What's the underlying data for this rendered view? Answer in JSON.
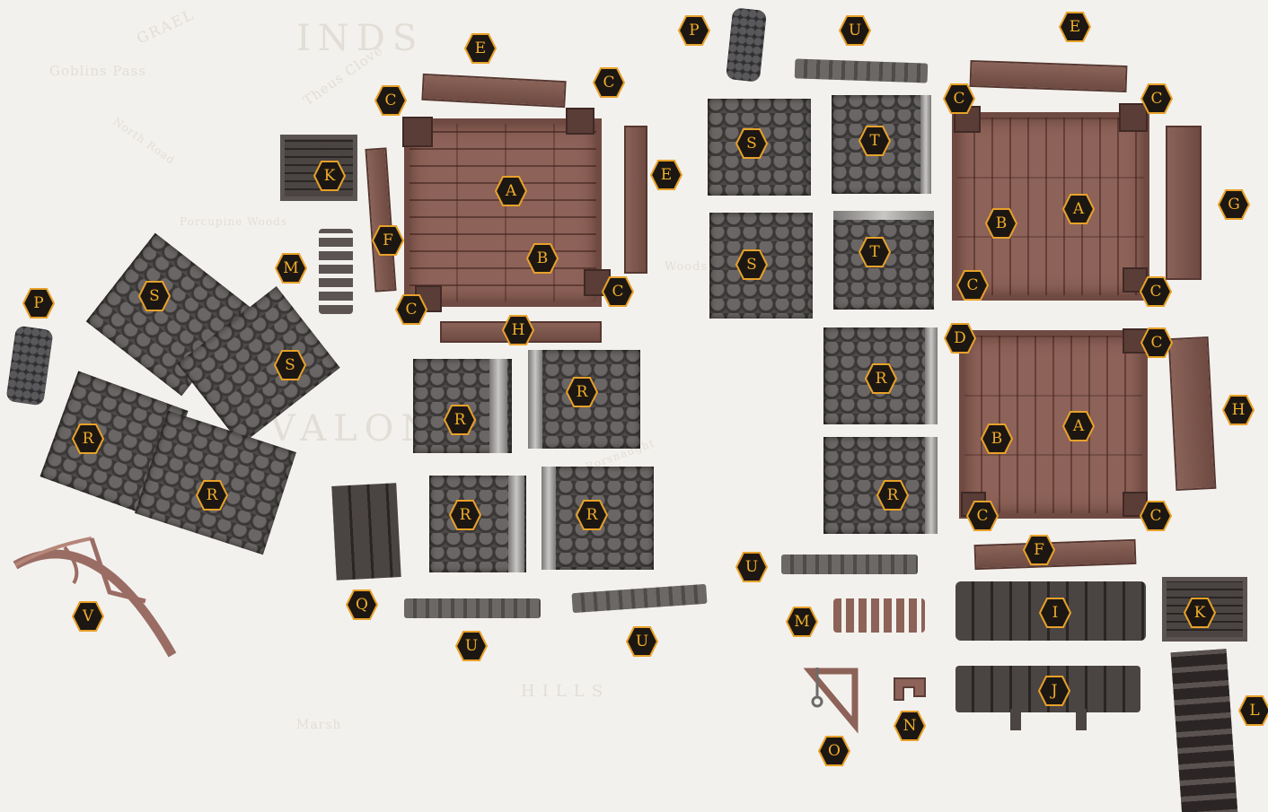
{
  "background_map": {
    "words": [
      "INDS",
      "Goblins Pass",
      "Theus Clove",
      "North Road",
      "VALON",
      "Porcupine Woods",
      "GRAEL",
      "Woods",
      "HILLS",
      "Marsh",
      "Rorsnaught"
    ]
  },
  "callouts": [
    {
      "letter": "E"
    },
    {
      "letter": "C"
    },
    {
      "letter": "C"
    },
    {
      "letter": "K"
    },
    {
      "letter": "A"
    },
    {
      "letter": "E"
    },
    {
      "letter": "F"
    },
    {
      "letter": "M"
    },
    {
      "letter": "B"
    },
    {
      "letter": "C"
    },
    {
      "letter": "C"
    },
    {
      "letter": "P"
    },
    {
      "letter": "S"
    },
    {
      "letter": "S"
    },
    {
      "letter": "H"
    },
    {
      "letter": "R"
    },
    {
      "letter": "R"
    },
    {
      "letter": "R"
    },
    {
      "letter": "R"
    },
    {
      "letter": "R"
    },
    {
      "letter": "R"
    },
    {
      "letter": "V"
    },
    {
      "letter": "Q"
    },
    {
      "letter": "U"
    },
    {
      "letter": "U"
    },
    {
      "letter": "P"
    },
    {
      "letter": "U"
    },
    {
      "letter": "S"
    },
    {
      "letter": "T"
    },
    {
      "letter": "S"
    },
    {
      "letter": "T"
    },
    {
      "letter": "E"
    },
    {
      "letter": "C"
    },
    {
      "letter": "C"
    },
    {
      "letter": "B"
    },
    {
      "letter": "A"
    },
    {
      "letter": "G"
    },
    {
      "letter": "C"
    },
    {
      "letter": "C"
    },
    {
      "letter": "D"
    },
    {
      "letter": "C"
    },
    {
      "letter": "R"
    },
    {
      "letter": "B"
    },
    {
      "letter": "A"
    },
    {
      "letter": "H"
    },
    {
      "letter": "R"
    },
    {
      "letter": "C"
    },
    {
      "letter": "C"
    },
    {
      "letter": "F"
    },
    {
      "letter": "U"
    },
    {
      "letter": "M"
    },
    {
      "letter": "I"
    },
    {
      "letter": "K"
    },
    {
      "letter": "J"
    },
    {
      "letter": "O"
    },
    {
      "letter": "N"
    },
    {
      "letter": "L"
    }
  ],
  "colors": {
    "label_fill": "#1c1712",
    "label_stroke": "#e8a12a",
    "label_text": "#f1ad2b",
    "wood": "#8d6258",
    "roof_tile": "#4d4a49",
    "background": "#f3f1ed"
  }
}
